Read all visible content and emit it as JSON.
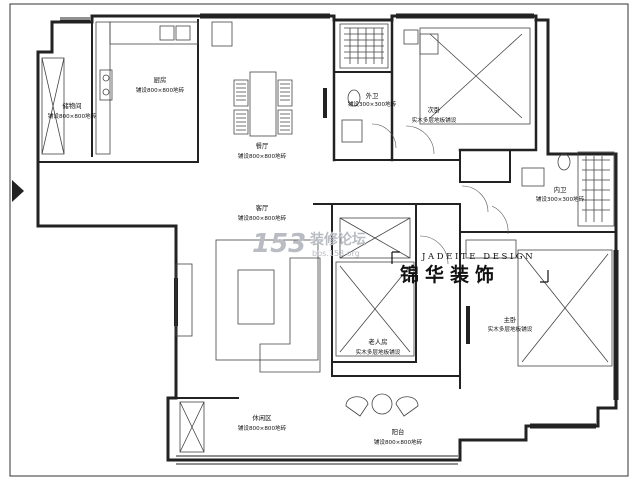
{
  "rooms": {
    "storage": {
      "name": "储物间",
      "floor": "铺设800×800地砖"
    },
    "kitchen": {
      "name": "厨房",
      "floor": "铺设800×800地砖"
    },
    "dining": {
      "name": "餐厅",
      "floor": "铺设800×800地砖"
    },
    "public_bath": {
      "name": "外卫",
      "floor": "铺设300×300地砖"
    },
    "second_bedroom": {
      "name": "次卧",
      "floor": "实木多层地板铺设"
    },
    "ensuite_bath": {
      "name": "内卫",
      "floor": "铺设300×300地砖"
    },
    "living": {
      "name": "客厅",
      "floor": "铺设800×800地砖"
    },
    "elder_room": {
      "name": "老人房",
      "floor": "实木多层地板铺设"
    },
    "master_bedroom": {
      "name": "主卧",
      "floor": "实木多层地板铺设"
    },
    "leisure": {
      "name": "休闲区",
      "floor": "铺设800×800地砖"
    },
    "balcony": {
      "name": "阳台",
      "floor": "铺设800×800地砖"
    }
  },
  "brand": {
    "en": "JADEITE DESIGN",
    "cn": "锦华装饰"
  },
  "watermark": {
    "main": "153",
    "sub": "装修论坛",
    "url": "bbs.153.org"
  },
  "colors": {
    "line": "#222222",
    "background": "#ffffff",
    "watermark": "#b9bcc2"
  }
}
